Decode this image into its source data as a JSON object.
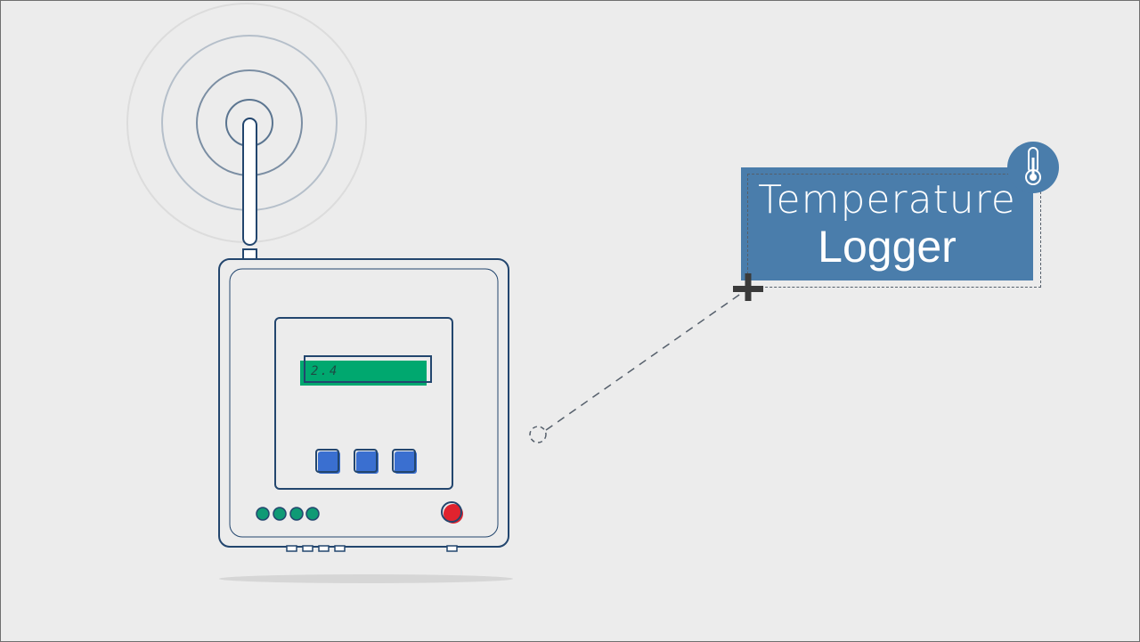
{
  "device": {
    "display_reading": "2.4",
    "keypad_buttons": 3,
    "status_leds": 4
  },
  "label": {
    "line1": "Temperature",
    "line2": "Logger"
  },
  "colors": {
    "background": "#ececec",
    "outline": "#23466e",
    "label_fill": "#4a7dab",
    "lcd_green": "#00a86f",
    "key_blue": "#3a6fd0",
    "led_green": "#0f9a75",
    "power_red": "#e0232e",
    "signal_ring": "#7b8ea3"
  },
  "icons": {
    "badge": "thermometer-icon",
    "anchor": "plus-icon",
    "connector_end": "circle-icon"
  }
}
